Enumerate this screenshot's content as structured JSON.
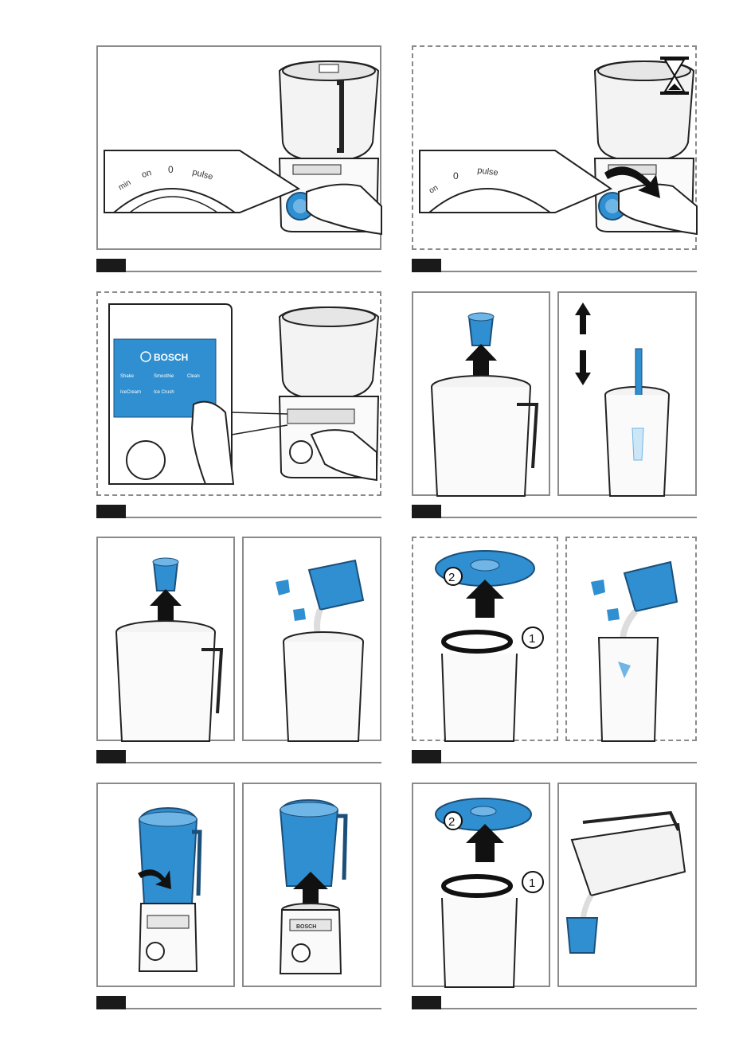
{
  "colors": {
    "accent": "#2f8fd0",
    "accent_dark": "#1b6ea8",
    "frame": "#8a8a8a",
    "ink": "#1a1a1a"
  },
  "dial": {
    "labels": [
      "min",
      "on",
      "0",
      "pulse"
    ]
  },
  "dial2": {
    "labels": [
      "on",
      "0",
      "pulse"
    ]
  },
  "panel_brand": "BOSCH",
  "base_brand": "BOSCH",
  "programs": [
    "Shake",
    "Smoothie",
    "Clean",
    "IceCream",
    "Ice Crush",
    ""
  ],
  "steps": {
    "one": "1",
    "two": "2"
  },
  "icons": [
    "hourglass-icon",
    "arrow-up-icon",
    "arrow-down-icon",
    "rotate-arrow-icon",
    "ice-cube-icon",
    "cup-icon",
    "finger-icon"
  ]
}
